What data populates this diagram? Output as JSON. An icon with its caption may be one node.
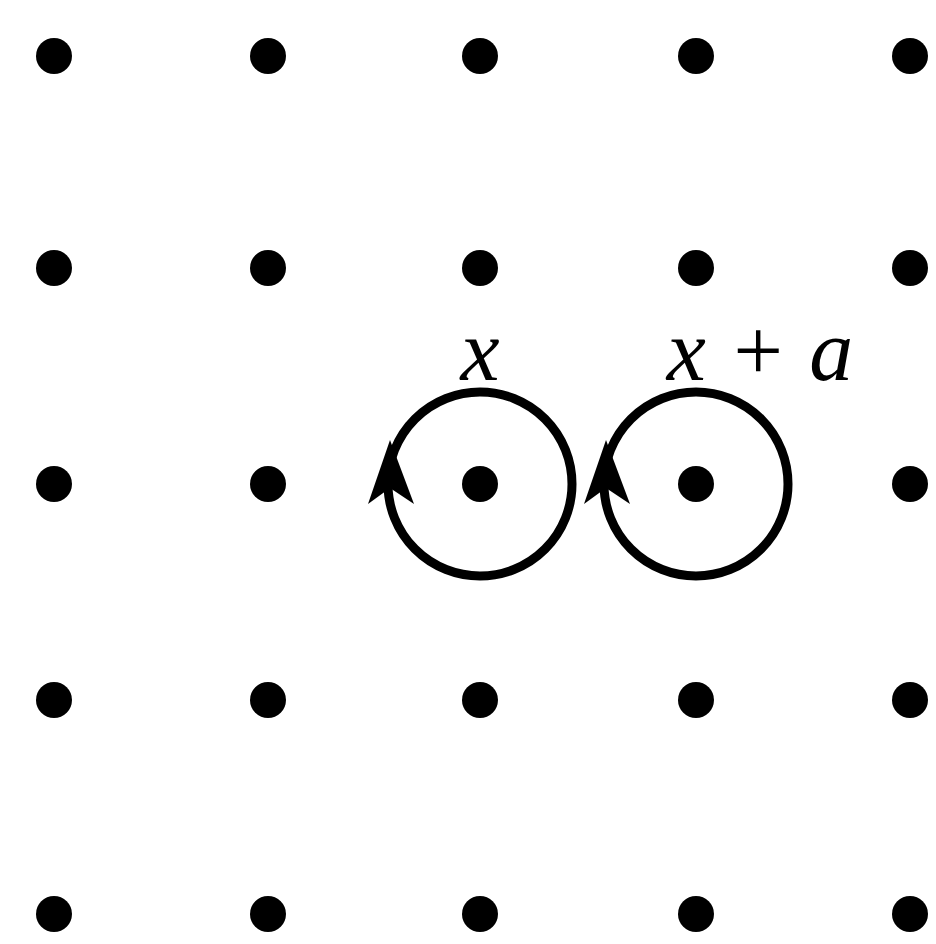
{
  "diagram": {
    "nodes": [
      {
        "text": [],
        "shape": "circle"
      },
      {
        "text": [],
        "shape": "circle"
      },
      {
        "text": [],
        "shape": "circle"
      },
      {
        "text": [],
        "shape": "circle"
      },
      {
        "text": [],
        "shape": "circle"
      },
      {
        "text": [],
        "shape": "circle"
      },
      {
        "text": [],
        "shape": "circle"
      },
      {
        "text": [],
        "shape": "circle"
      },
      {
        "text": [],
        "shape": "circle"
      },
      {
        "text": [],
        "shape": "circle"
      },
      {
        "text": [],
        "shape": "loop",
        "beside": [
          "x"
        ]
      },
      {
        "text": [],
        "shape": "loop",
        "beside": [
          "x + a"
        ]
      },
      {
        "text": [],
        "shape": "circle"
      },
      {
        "text": [],
        "shape": "circle"
      },
      {
        "text": [],
        "shape": "circle",
        "in": 10
      },
      {
        "text": [],
        "shape": "circle",
        "in": 11
      },
      {
        "text": [],
        "shape": "circle"
      },
      {
        "text": [],
        "shape": "circle"
      },
      {
        "text": [],
        "shape": "circle"
      },
      {
        "text": [],
        "shape": "circle"
      },
      {
        "text": [],
        "shape": "circle"
      },
      {
        "text": [],
        "shape": "circle"
      },
      {
        "text": [],
        "shape": "circle"
      },
      {
        "text": [],
        "shape": "circle"
      },
      {
        "text": [],
        "shape": "circle"
      },
      {
        "text": [],
        "shape": "circle"
      },
      {
        "text": [],
        "shape": "circle"
      }
    ]
  }
}
